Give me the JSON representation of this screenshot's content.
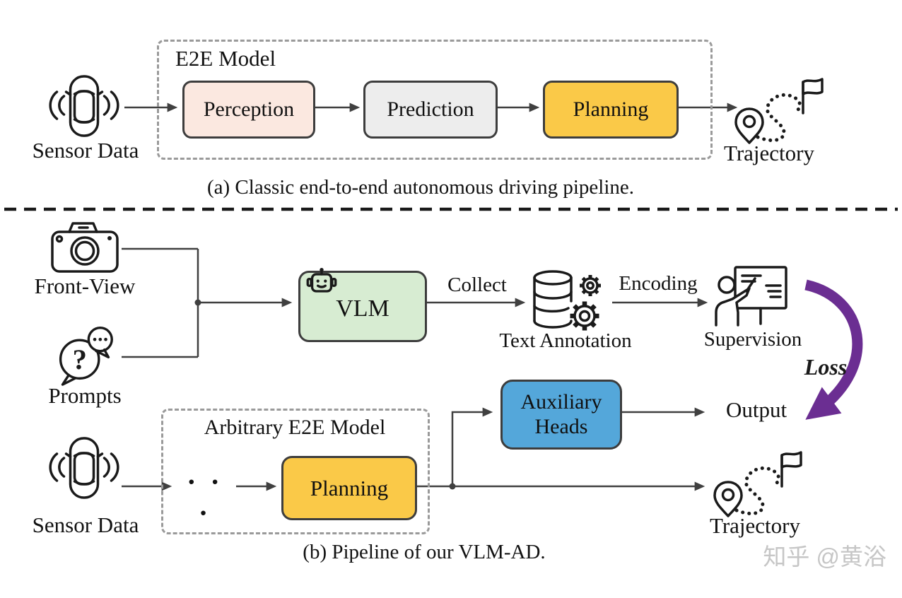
{
  "section_a": {
    "caption": "(a) Classic end-to-end autonomous driving pipeline.",
    "sensor_data_label": "Sensor Data",
    "e2e_model_label": "E2E Model",
    "stages": [
      "Perception",
      "Prediction",
      "Planning"
    ],
    "trajectory_label": "Trajectory"
  },
  "section_b": {
    "caption": "(b) Pipeline of our VLM-AD.",
    "front_view_label": "Front-View",
    "prompts_label": "Prompts",
    "vlm_label": "VLM",
    "collect_label": "Collect",
    "text_annotation_label": "Text Annotation",
    "encoding_label": "Encoding",
    "supervision_label": "Supervision",
    "loss_label": "Loss",
    "output_label": "Output",
    "auxiliary_heads": [
      "Auxiliary",
      "Heads"
    ],
    "arbitrary_e2e_label": "Arbitrary E2E Model",
    "ellipsis": "· · ·",
    "planning_label": "Planning",
    "sensor_data_label": "Sensor Data",
    "trajectory_label": "Trajectory"
  },
  "watermark": "知乎 @黄浴",
  "icons": {
    "car_sensor": "car-top-view-with-sensor-waves",
    "trajectory": "map-pin-dotted-path-flag",
    "camera": "dslr-camera",
    "prompts": "question-speech-bubbles",
    "robot": "robot-head",
    "text_annotation": "database-with-gears",
    "supervision": "teacher-at-whiteboard",
    "loss": "curved-purple-arrow"
  },
  "colors": {
    "perception_fill": "#fbe8e0",
    "prediction_fill": "#ededed",
    "planning_fill": "#fac948",
    "vlm_fill": "#d7ecd2",
    "auxiliary_fill": "#54a7da",
    "loss_arrow": "#6b2e92",
    "line": "#404040",
    "box_border": "#3d3d3d",
    "dashed_border": "#9a9a9a",
    "text": "#111111",
    "watermark": "#c6c6c6"
  }
}
